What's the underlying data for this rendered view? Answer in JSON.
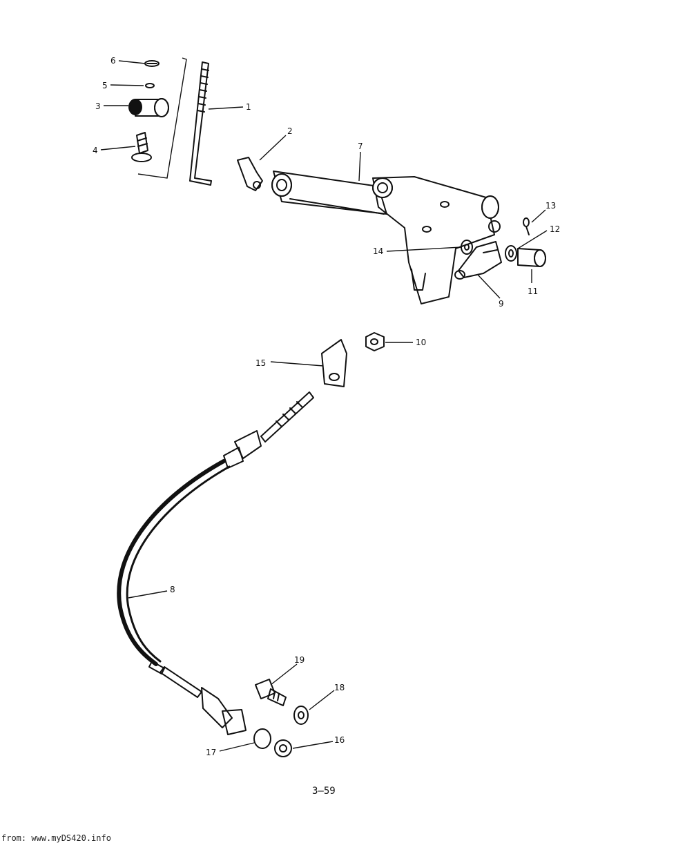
{
  "diagram": {
    "callouts": [
      "1",
      "2",
      "3",
      "4",
      "5",
      "6",
      "7",
      "8",
      "9",
      "10",
      "11",
      "12",
      "13",
      "14",
      "15",
      "16",
      "17",
      "18",
      "19"
    ]
  },
  "page": {
    "number": "3–59",
    "footer": "from: www.myDS420.info"
  }
}
